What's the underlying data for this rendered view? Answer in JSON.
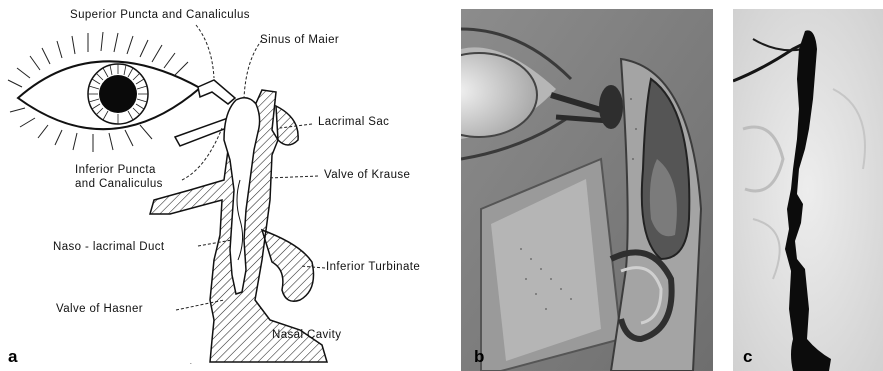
{
  "panels": [
    {
      "id": "a",
      "label": "a"
    },
    {
      "id": "b",
      "label": "b"
    },
    {
      "id": "c",
      "label": "c"
    }
  ],
  "diagram": {
    "labels": {
      "superior_puncta": "Superior Puncta and Canaliculus",
      "sinus_of_maier": "Sinus of Maier",
      "lacrimal_sac": "Lacrimal Sac",
      "inferior_puncta_line1": "Inferior Puncta",
      "inferior_puncta_line2": "and Canaliculus",
      "valve_of_krause": "Valve of Krause",
      "nasolacrimal_duct": "Naso - lacrimal Duct",
      "inferior_turbinate": "Inferior Turbinate",
      "valve_of_hasner": "Valve of Hasner",
      "nasal_cavity": "Nasal Cavity"
    }
  }
}
